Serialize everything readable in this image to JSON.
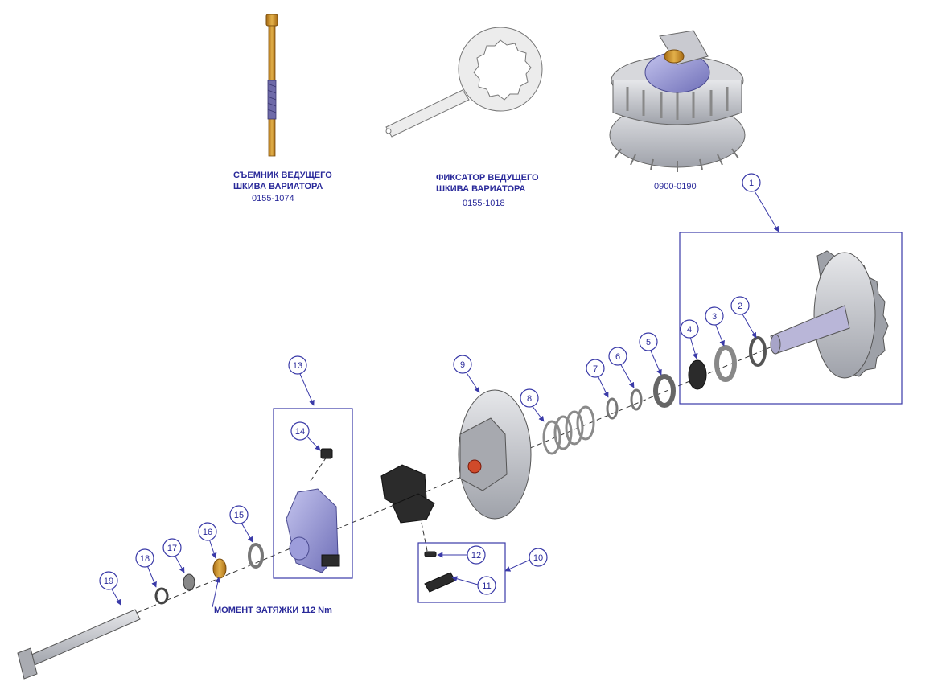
{
  "tools": [
    {
      "name_line1": "СЪЕМНИК ВЕДУЩЕГО",
      "name_line2": "ШКИВА ВАРИАТОРА",
      "part_number": "0155-1074"
    },
    {
      "name_line1": "ФИКСАТОР ВЕДУЩЕГО",
      "name_line2": "ШКИВА    ВАРИАТОРА",
      "part_number": "0155-1018"
    },
    {
      "part_number": "0900-0190"
    }
  ],
  "torque_note": "МОМЕНТ ЗАТЯЖКИ 112 Nm",
  "callouts": [
    "1",
    "2",
    "3",
    "4",
    "5",
    "6",
    "7",
    "8",
    "9",
    "10",
    "11",
    "12",
    "13",
    "14",
    "15",
    "16",
    "17",
    "18",
    "19"
  ],
  "colors": {
    "label": "#2a2a9a",
    "callout_line": "#3a3aa8",
    "brass": "#c8902a",
    "purple": "#8f8fd0"
  }
}
